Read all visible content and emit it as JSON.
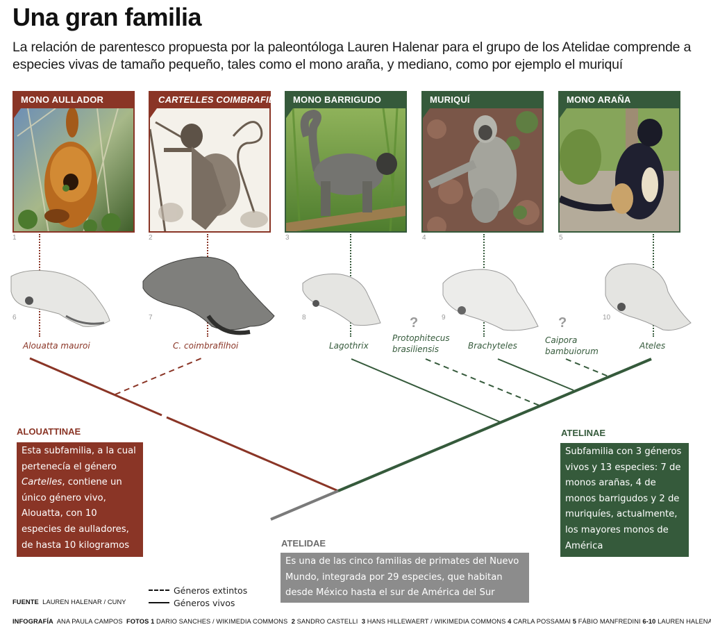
{
  "header": {
    "title": "Una gran familia",
    "subtitle": "La relación de parentesco propuesta por la paleontóloga Lauren Halenar para el grupo de los Atelidae comprende a especies vivas de tamaño pequeño, tales como el mono araña, y mediano, como por ejemplo el muriquí"
  },
  "colors": {
    "alouattinae": "#8a3526",
    "atelinae": "#355a3b",
    "atelidae": "#8c8c8c"
  },
  "cards": [
    {
      "number": "1",
      "title": "MONO AULLADOR",
      "italic": false,
      "group": "alouattinae",
      "image": "howler-monkey-photo"
    },
    {
      "number": "2",
      "title": "CARTELLES COIMBRAFILHOI",
      "italic": true,
      "group": "alouattinae",
      "image": "cartelles-illustration"
    },
    {
      "number": "3",
      "title": "MONO BARRIGUDO",
      "italic": false,
      "group": "atelinae",
      "image": "woolly-monkey-photo"
    },
    {
      "number": "4",
      "title": "MURIQUÍ",
      "italic": false,
      "group": "atelinae",
      "image": "muriqui-photo"
    },
    {
      "number": "5",
      "title": "MONO ARAÑA",
      "italic": false,
      "group": "atelinae",
      "image": "spider-monkey-photo"
    }
  ],
  "skulls": [
    {
      "number": "6",
      "species": "Alouatta mauroi",
      "status": "living"
    },
    {
      "number": "7",
      "species": "C. coimbrafilhoi",
      "status": "extinct"
    },
    {
      "number": "8",
      "species": "Lagothrix",
      "status": "living"
    },
    {
      "number": "9",
      "species": "Brachyteles",
      "status": "living"
    },
    {
      "number": "10",
      "species": "Ateles",
      "status": "living"
    }
  ],
  "unknown_taxa": [
    {
      "mark": "?",
      "line1": "Protophitecus",
      "line2": "brasiliensis",
      "status": "extinct"
    },
    {
      "mark": "?",
      "line1": "Caipora",
      "line2": "bambuiorum",
      "status": "extinct"
    }
  ],
  "subfamilies": {
    "alouattinae": {
      "label": "ALOUATTINAE",
      "text_pre": "Esta subfamilia, a la cual pertenecía el género ",
      "text_italic": "Cartelles",
      "text_post": ", contiene un único género vivo, Alouatta, con 10 especies de aulladores, de hasta 10 kilogramos"
    },
    "atelinae": {
      "label": "ATELINAE",
      "text": "Subfamilia con 3 géneros vivos y 13 especies: 7 de monos arañas, 4 de monos barrigudos y 2 de muriquíes, actualmente, los mayores monos de América"
    },
    "atelidae": {
      "label": "ATELIDAE",
      "text": "Es una de las cinco familias de primates del Nuevo Mundo, integrada por 29 especies, que habitan desde México hasta el sur de América del Sur"
    }
  },
  "legend": {
    "extinct": "Géneros extintos",
    "living": "Géneros vivos"
  },
  "credits": {
    "source_label": "FUENTE",
    "source": "LAUREN HALENAR / CUNY",
    "infographic_label": "INFOGRAFÍA",
    "infographic": "ANA PAULA CAMPOS",
    "photos_label": "FOTOS",
    "photos": [
      {
        "n": "1",
        "who": "DARIO SANCHES / WIKIMEDIA COMMONS"
      },
      {
        "n": "2",
        "who": "SANDRO CASTELLI"
      },
      {
        "n": "3",
        "who": "HANS HILLEWAERT / WIKIMEDIA COMMONS"
      },
      {
        "n": "4",
        "who": "CARLA POSSAMAI"
      },
      {
        "n": "5",
        "who": "FÁBIO MANFREDINI"
      },
      {
        "n": "6-10",
        "who": "LAUREN HALENAR / CUNY"
      }
    ]
  }
}
